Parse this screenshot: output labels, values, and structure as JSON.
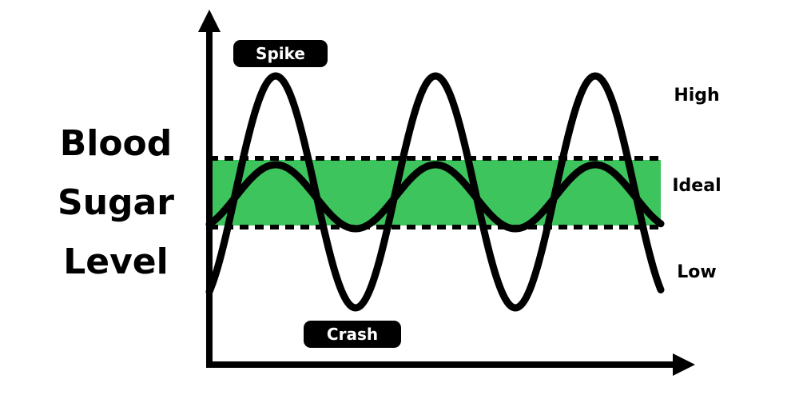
{
  "diagram": {
    "y_axis_label_lines": [
      "Blood",
      "Sugar",
      "Level"
    ],
    "levels": {
      "high": "High",
      "ideal": "Ideal",
      "low": "Low"
    },
    "annotations": {
      "spike": "Spike",
      "crash": "Crash"
    }
  },
  "colors": {
    "ideal_band": "#3ec45c",
    "ink": "#000000",
    "background": "#ffffff",
    "pill_text": "#ffffff"
  }
}
